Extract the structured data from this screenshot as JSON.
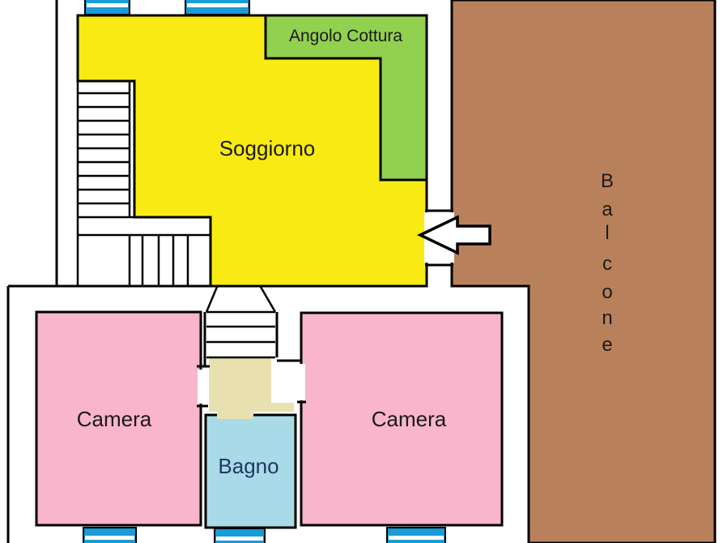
{
  "colors": {
    "wall": "#000000",
    "soggiorno": "#F8EB13",
    "angolo": "#92D050",
    "balcone": "#B9815B",
    "camera": "#F8B5CC",
    "bagno": "#A9DAE8",
    "hall": "#E8E0AF",
    "window_blue": "#189BD7",
    "window_stripe": "#FFFFFF",
    "opening": "#FFFFFF",
    "arrow_fill": "#FFFFFF",
    "label_text": "#1A1A1A",
    "bagno_text": "#1F3864"
  },
  "rooms": {
    "soggiorno": {
      "label": "Soggiorno"
    },
    "angolo_cottura": {
      "label": "Angolo Cottura"
    },
    "balcone": {
      "label": "Balcone",
      "letters": [
        "B",
        "a",
        "l",
        "c",
        "o",
        "n",
        "e"
      ]
    },
    "camera_left": {
      "label": "Camera"
    },
    "camera_right": {
      "label": "Camera"
    },
    "bagno": {
      "label": "Bagno"
    }
  }
}
